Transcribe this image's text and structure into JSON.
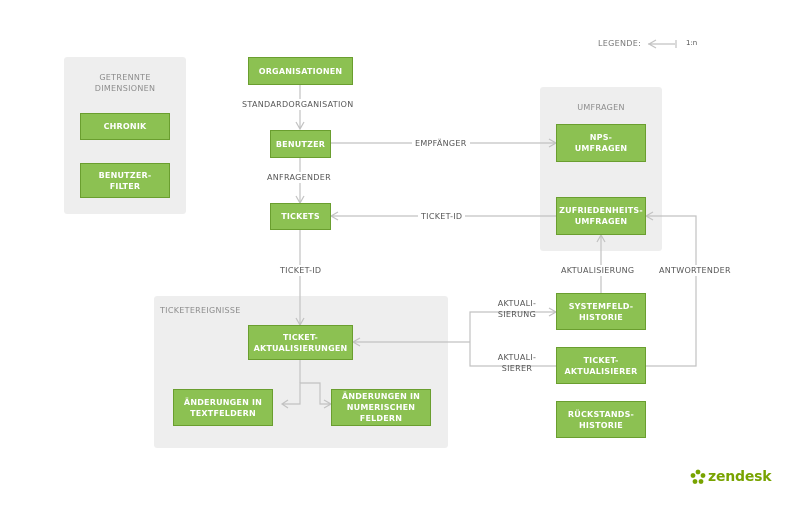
{
  "legend": {
    "label": "LEGENDE:",
    "value": "1:n"
  },
  "groups": {
    "separate": "GETRENNTE\nDIMENSIONEN",
    "surveys": "UMFRAGEN",
    "ticket_events": "TICKETEREIGNISSE"
  },
  "nodes": {
    "chronik": "CHRONIK",
    "benutzer_filter": "BENUTZER-\nFILTER",
    "organisationen": "ORGANISATIONEN",
    "benutzer": "BENUTZER",
    "tickets": "TICKETS",
    "nps": "NPS-\nUMFRAGEN",
    "zufriedenheit": "ZUFRIEDENHEITS-\nUMFRAGEN",
    "ticket_aktualisierungen": "TICKET-\nAKTUALISIERUNGEN",
    "aenderungen_text": "ÄNDERUNGEN IN\nTEXTFELDERN",
    "aenderungen_num": "ÄNDERUNGEN IN\nNUMERISCHEN\nFELDERN",
    "systemfeld": "SYSTEMFELD-\nHISTORIE",
    "ticket_aktualisierer": "TICKET-\nAKTUALISIERER",
    "rueckstands": "RÜCKSTANDS-\nHISTORIE"
  },
  "edges": {
    "standardorganisation": "STANDARDORGANISATION",
    "empfaenger": "EMPFÄNGER",
    "anfragender": "ANFRAGENDER",
    "ticket_id_1": "TICKET-ID",
    "ticket_id_2": "TICKET-ID",
    "aktualisierung_1": "AKTUALISIERUNG",
    "antwortender": "ANTWORTENDER",
    "aktualisierung_2": "AKTUALI-\nSIERUNG",
    "aktualisierer": "AKTUALI-\nSIERER"
  },
  "brand": {
    "logo_text": "zendesk",
    "color": "#78a300"
  },
  "colors": {
    "node": "#8cc152",
    "group": "#eeeeee",
    "line": "#c2c2c2"
  }
}
